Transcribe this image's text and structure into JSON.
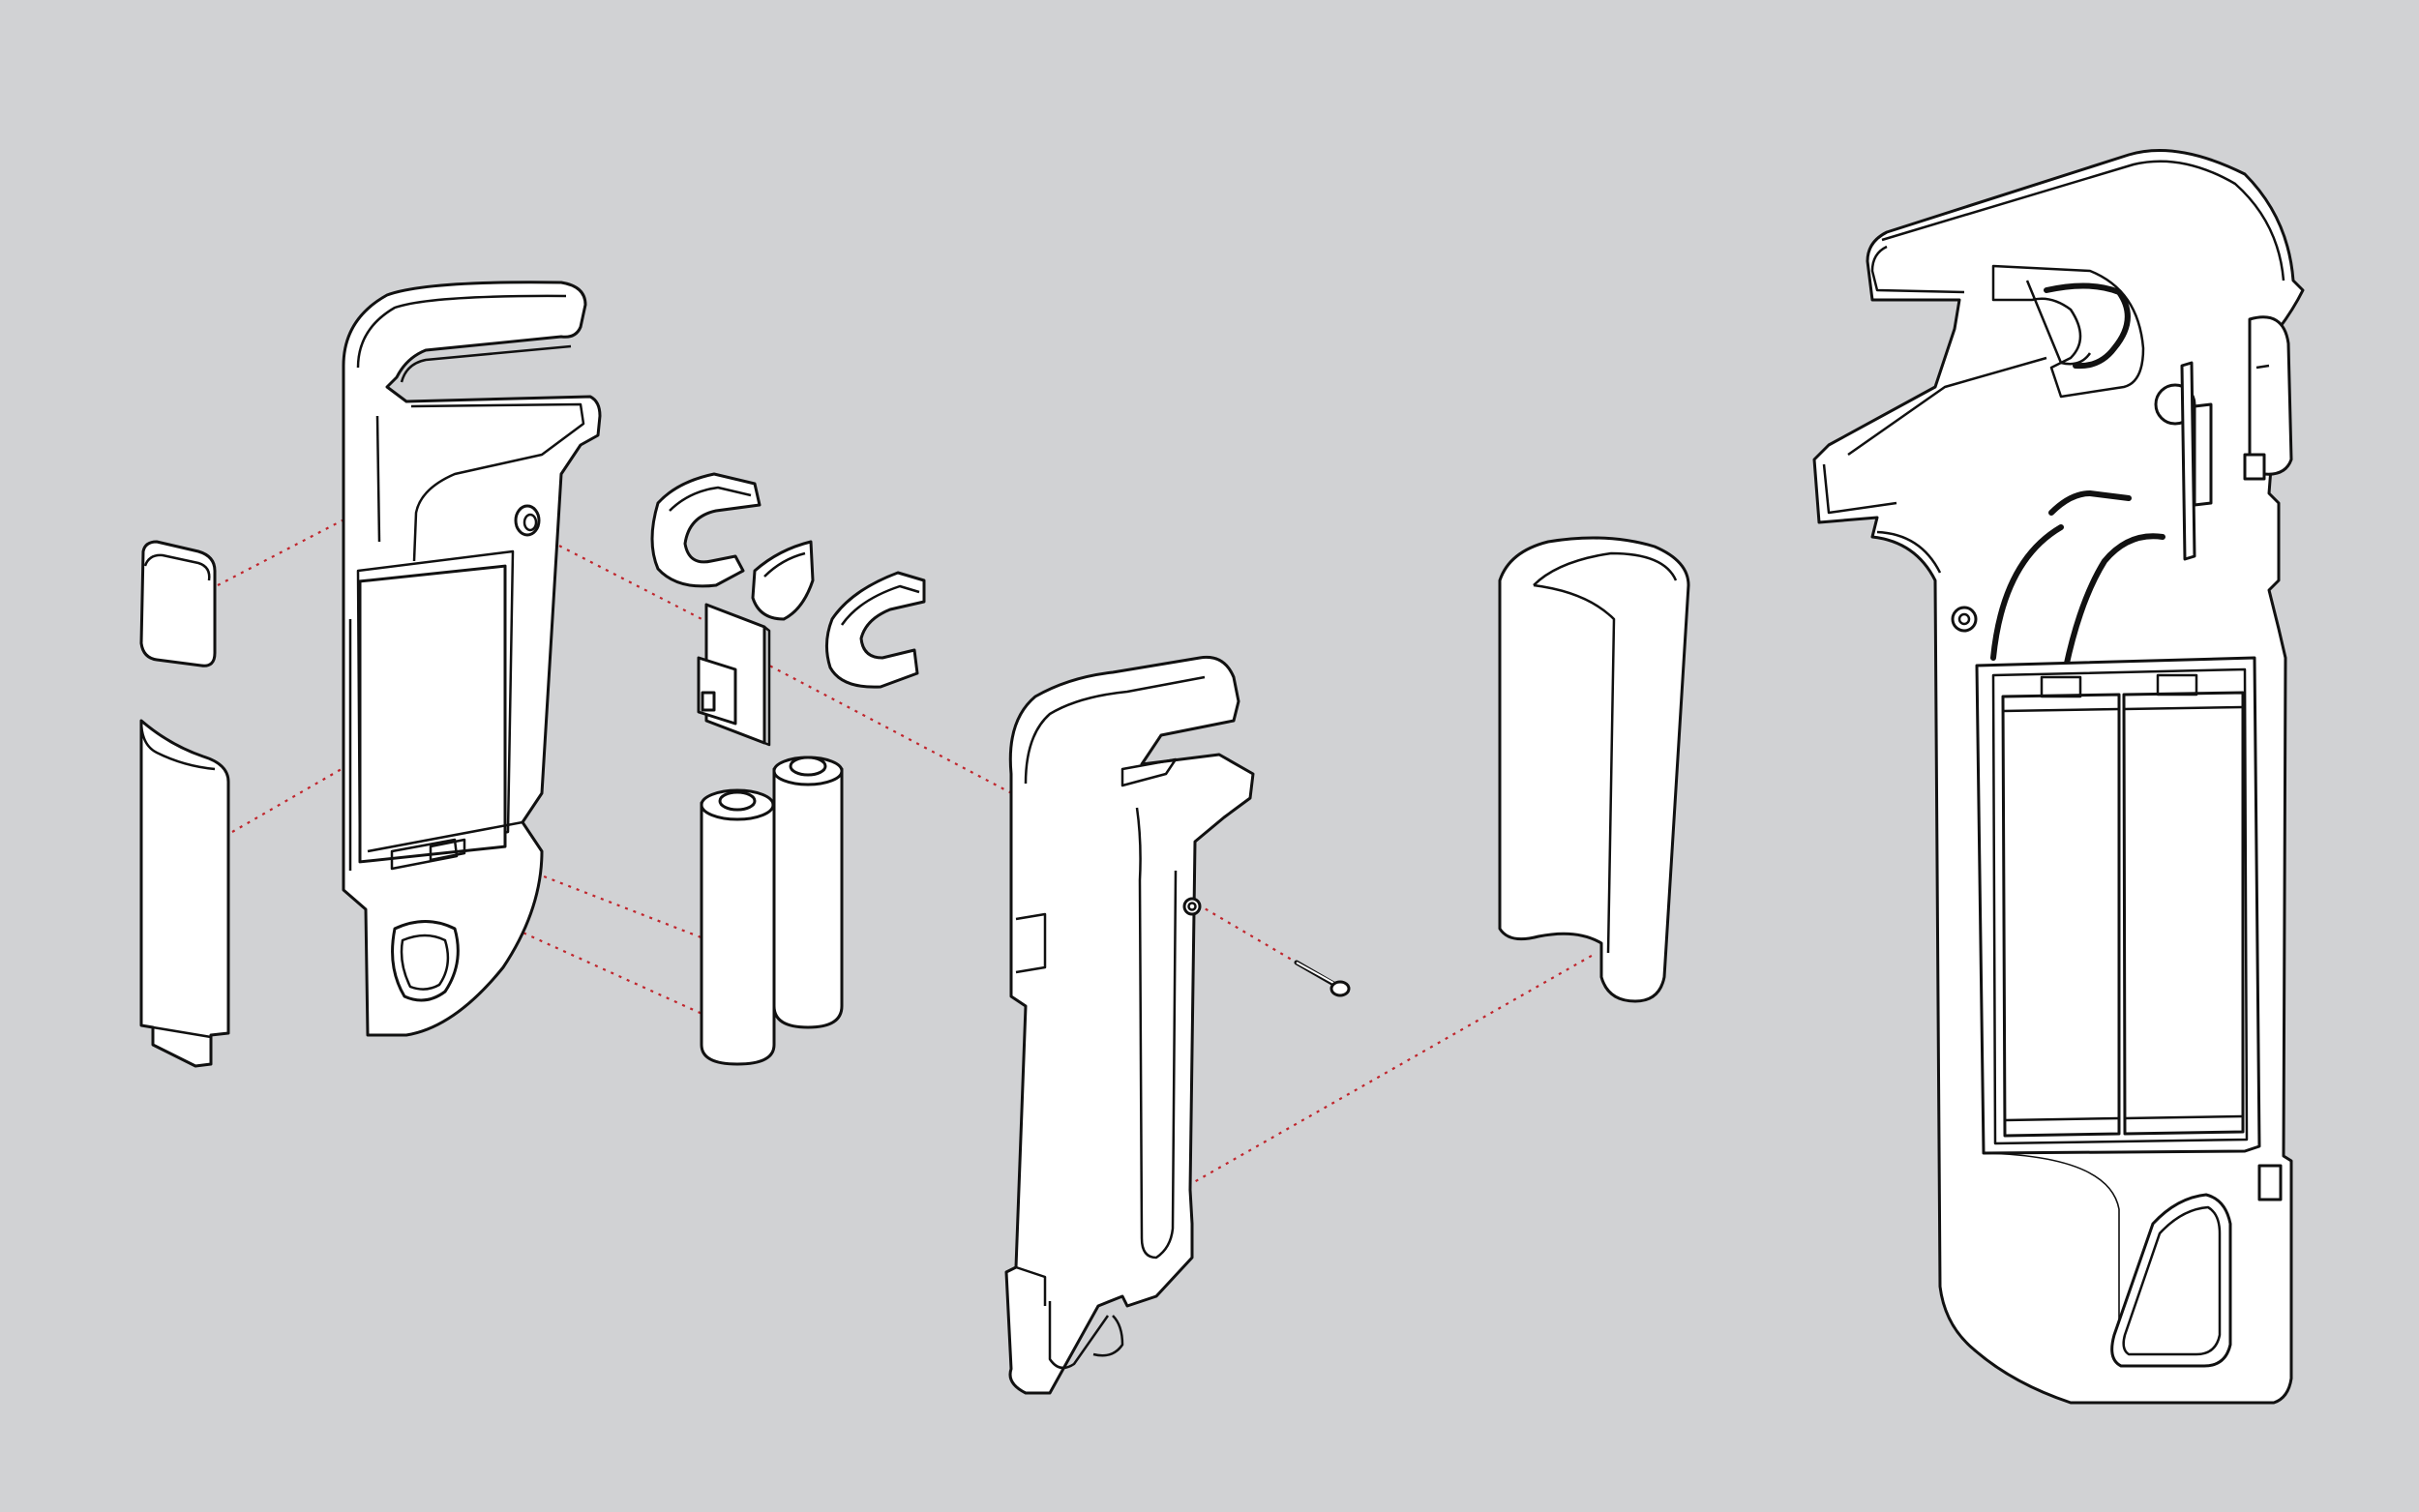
{
  "diagram": {
    "type": "exploded-assembly-illustration",
    "colors": {
      "background": "#d1d2d4",
      "part_fill": "#ffffff",
      "outline": "#111111",
      "guide_line": "#c0262d"
    },
    "parts": [
      "button-cap",
      "battery-door",
      "rear-housing",
      "inner-jaw-piece",
      "blade-guide-small",
      "blade-guide-hook",
      "switch-board",
      "battery-aa-front",
      "battery-aa-back",
      "front-housing",
      "housing-screw",
      "grip-cover",
      "assembled-device-cutaway"
    ],
    "text_labels": []
  }
}
